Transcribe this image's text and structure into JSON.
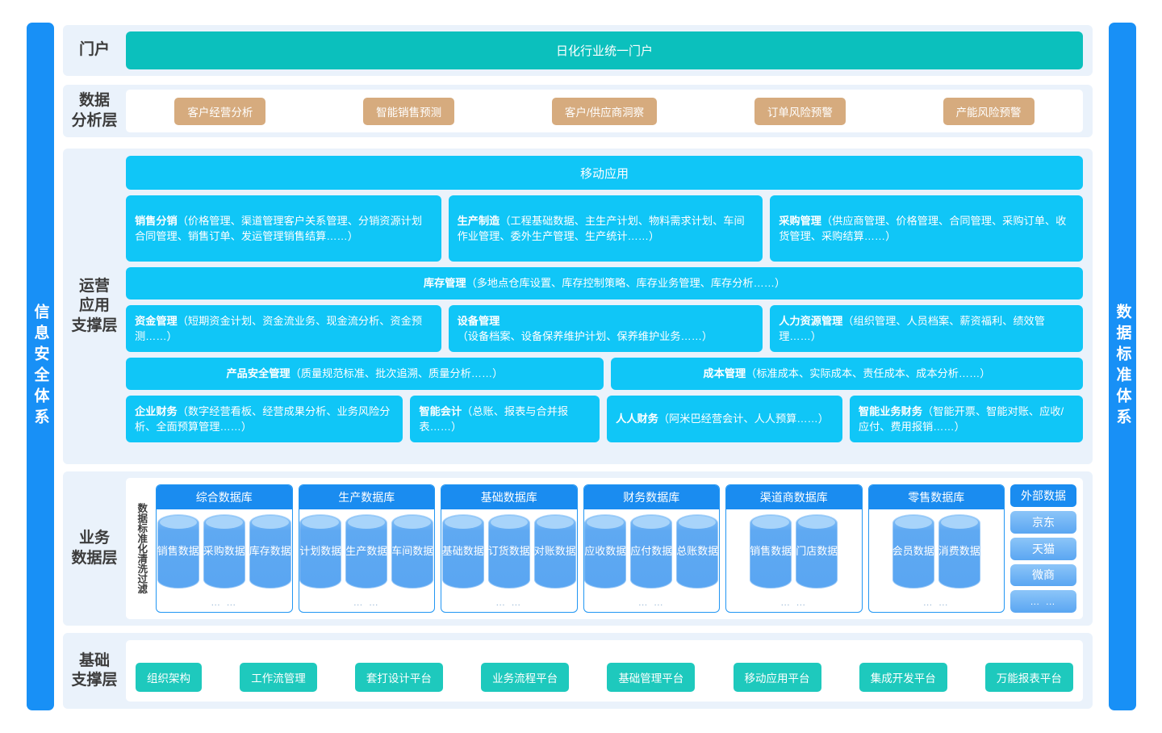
{
  "side_bars": {
    "left": "信息安全体系",
    "right": "数据标准体系"
  },
  "layers": {
    "portal": {
      "label": "门户",
      "bar": "日化行业统一门户"
    },
    "analysis": {
      "label": "数据\n分析层",
      "label_line1": "数据",
      "label_line2": "分析层",
      "tags": [
        "客户经营分析",
        "智能销售预测",
        "客户/供应商洞察",
        "订单风险预警",
        "产能风险预警"
      ]
    },
    "operation": {
      "label_line1": "运营",
      "label_line2": "应用",
      "label_line3": "支撑层",
      "mobile_bar": "移动应用",
      "row1": [
        {
          "title": "销售分销",
          "detail": "（价格管理、渠道管理客户关系管理、分销资源计划合同管理、销售订单、发运管理销售结算……）"
        },
        {
          "title": "生产制造",
          "detail": "（工程基础数据、主生产计划、物料需求计划、车间作业管理、委外生产管理、生产统计……）"
        },
        {
          "title": "采购管理",
          "detail": "（供应商管理、价格管理、合同管理、采购订单、收货管理、采购结算……）"
        }
      ],
      "inventory": {
        "title": "库存管理",
        "detail": "（多地点仓库设置、库存控制策略、库存业务管理、库存分析……）"
      },
      "row2": [
        {
          "title": "资金管理",
          "detail": "（短期资金计划、资金流业务、现金流分析、资金预测……）"
        },
        {
          "title": "设备管理",
          "detail": "（设备档案、设备保养维护计划、保养维护业务……）"
        },
        {
          "title": "人力资源管理",
          "detail": "（组织管理、人员档案、薪资福利、绩效管理……）"
        }
      ],
      "row3": [
        {
          "title": "产品安全管理",
          "detail": "（质量规范标准、批次追溯、质量分析……）"
        },
        {
          "title": "成本管理",
          "detail": "（标准成本、实际成本、责任成本、成本分析……）"
        }
      ],
      "row4": [
        {
          "title": "企业财务",
          "detail": "（数字经营看板、经营成果分析、业务风险分析、全面预算管理……）"
        },
        {
          "title": "智能会计",
          "detail": "（总账、报表与合并报表……）"
        },
        {
          "title": "人人财务",
          "detail": "（阿米巴经营会计、人人预算……）"
        },
        {
          "title": "智能业务财务",
          "detail": "（智能开票、智能对账、应收/应付、费用报销……）"
        }
      ]
    },
    "business_data": {
      "label_line1": "业务",
      "label_line2": "数据层",
      "clean_text": "数据标准化清洗过滤",
      "databases": [
        {
          "name": "综合数据库",
          "items": [
            "销售数据",
            "采购数据",
            "库存数据"
          ],
          "more": "…   …"
        },
        {
          "name": "生产数据库",
          "items": [
            "计划数据",
            "生产数据",
            "车间数据"
          ],
          "more": "…   …"
        },
        {
          "name": "基础数据库",
          "items": [
            "基础数据",
            "订货数据",
            "对账数据"
          ],
          "more": "…   …"
        },
        {
          "name": "财务数据库",
          "items": [
            "应收数据",
            "应付数据",
            "总账数据"
          ],
          "more": "…   …"
        },
        {
          "name": "渠道商数据库",
          "items": [
            "销售数据",
            "门店数据"
          ],
          "more": "…   …"
        },
        {
          "name": "零售数据库",
          "items": [
            "会员数据",
            "消费数据"
          ],
          "more": "…   …"
        }
      ],
      "external": {
        "title": "外部数据",
        "items": [
          "京东",
          "天猫",
          "微商",
          "…  …"
        ]
      }
    },
    "foundation": {
      "label_line1": "基础",
      "label_line2": "支撑层",
      "tags": [
        "组织架构",
        "工作流管理",
        "套打设计平台",
        "业务流程平台",
        "基础管理平台",
        "移动应用平台",
        "集成开发平台",
        "万能报表平台"
      ]
    }
  },
  "colors": {
    "sidebar_blue": "#1890f6",
    "row_bg": "#eaf2fb",
    "portal_teal": "#0bc0bd",
    "analysis_tan": "#d6ab7e",
    "module_cyan": "#10c6f7",
    "db_head_blue": "#1a8cf0",
    "cylinder_blue": "#5aa6f2",
    "foundation_teal": "#1ec9bd"
  }
}
